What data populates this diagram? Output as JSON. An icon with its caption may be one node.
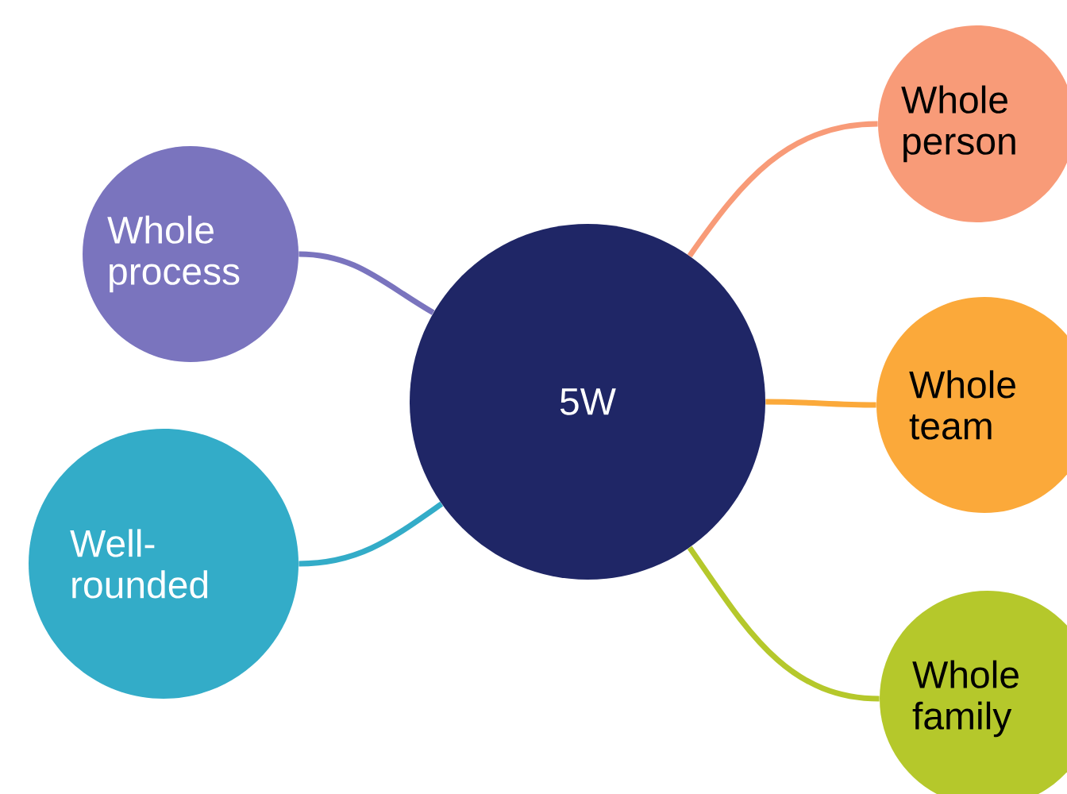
{
  "diagram": {
    "nodes": [
      {
        "text": [
          "5W"
        ]
      },
      {
        "text": [
          "Whole person"
        ]
      },
      {
        "text": [
          "Whole team"
        ]
      },
      {
        "text": [
          "Whole family"
        ]
      },
      {
        "text": [
          "Whole process"
        ]
      },
      {
        "text": [
          "Well-rounded"
        ]
      }
    ],
    "edges": [
      {
        "from": 0,
        "to": 1,
        "arrow": "none",
        "color": "#f89b78"
      },
      {
        "from": 0,
        "to": 2,
        "arrow": "none",
        "color": "#fba93a"
      },
      {
        "from": 0,
        "to": 3,
        "arrow": "none",
        "color": "#b5c82b"
      },
      {
        "from": 0,
        "to": 4,
        "arrow": "none",
        "color": "#7a74be"
      },
      {
        "from": 0,
        "to": 5,
        "arrow": "none",
        "color": "#33acc8"
      }
    ]
  }
}
